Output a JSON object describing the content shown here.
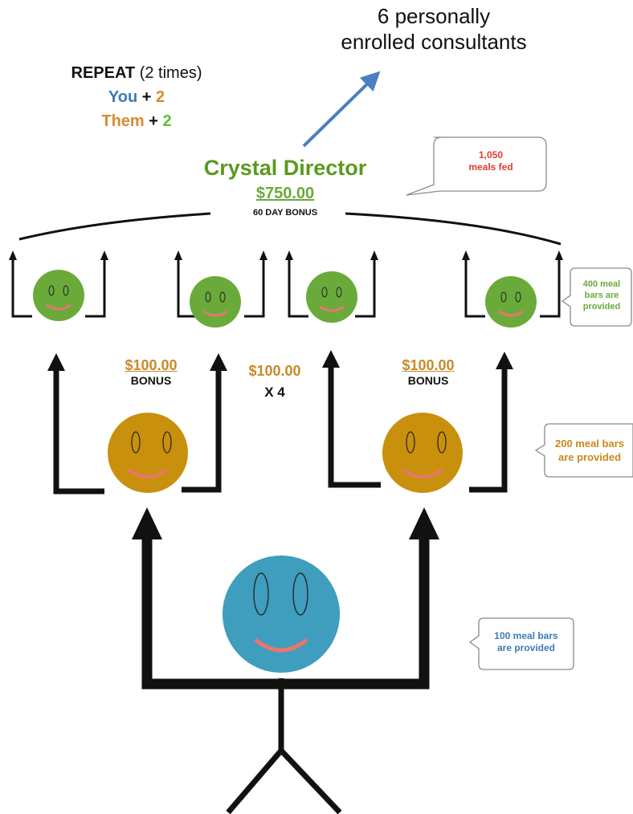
{
  "header": {
    "consultants_line1": "6 personally",
    "consultants_line2": "enrolled consultants"
  },
  "repeat_box": {
    "repeat_label": "REPEAT",
    "repeat_count": "(2 times)",
    "you_label": "You",
    "you_value": "2",
    "them_label": "Them",
    "them_value": "2",
    "plus": "+"
  },
  "rank": {
    "title": "Crystal Director",
    "amount": "$750.00",
    "bonus_label": "60 DAY BONUS"
  },
  "bubbles": {
    "meals_fed_count": "1,050",
    "meals_fed_label": "meals fed",
    "level3_line1": "400 meal",
    "level3_line2": "bars are",
    "level3_line3": "provided",
    "level2_line1": "200 meal bars",
    "level2_line2": "are provided",
    "level1_line1": "100 meal bars",
    "level1_line2": "are provided"
  },
  "bonuses": {
    "left_amount": "$100.00",
    "left_label": "BONUS",
    "middle_amount": "$100.00",
    "middle_multiplier": "X 4",
    "right_amount": "$100.00",
    "right_label": "BONUS"
  },
  "colors": {
    "level1_face": "#3f9dbd",
    "level2_face": "#c8900c",
    "level3_face": "#6aaa3a",
    "smile": "#e8766e",
    "meals_fed_text": "#e03c2e",
    "level3_text": "#6aaa3a",
    "level2_text": "#c98a1a",
    "level1_text": "#3b7bb5"
  }
}
